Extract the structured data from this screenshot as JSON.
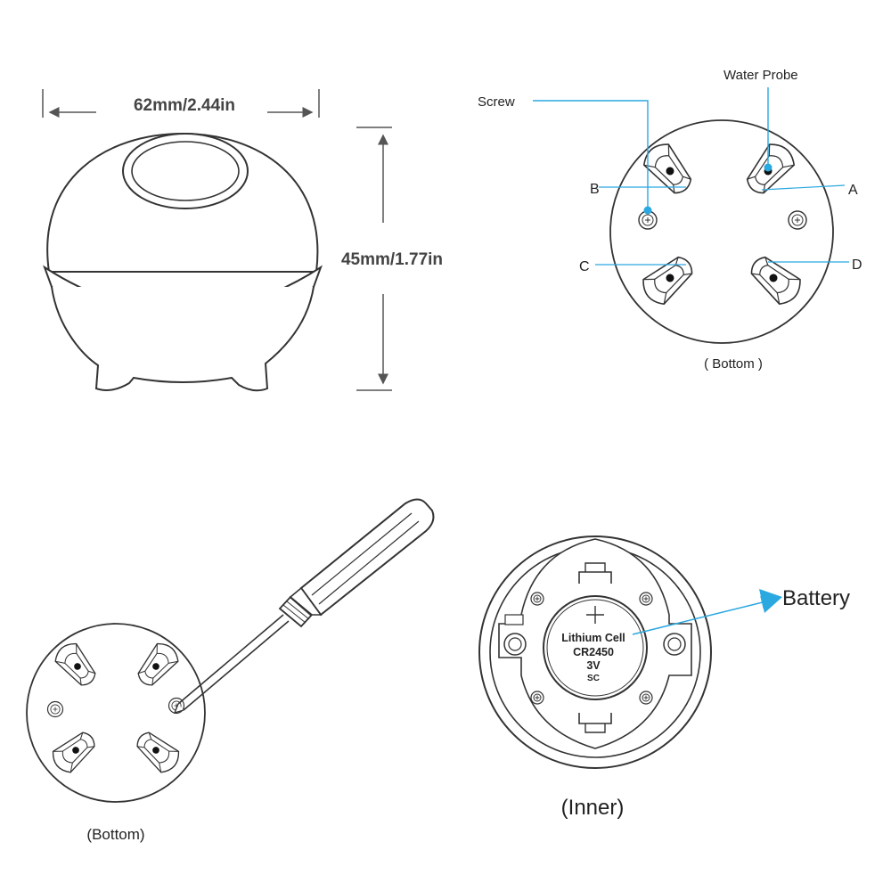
{
  "dimensions": {
    "width": "62mm/2.44in",
    "height": "45mm/1.77in"
  },
  "bottom_view": {
    "labels": {
      "screw": "Screw",
      "water_probe": "Water Probe",
      "a": "A",
      "b": "B",
      "c": "C",
      "d": "D"
    },
    "caption": "( Bottom )"
  },
  "screwdriver_view": {
    "caption": "(Bottom)"
  },
  "inner_view": {
    "battery_label": "Battery",
    "cell_lines": [
      "Lithium Cell",
      "CR2450",
      "3V",
      "SC"
    ],
    "caption": "(Inner)"
  },
  "colors": {
    "stroke": "#333333",
    "dim_text": "#444444",
    "callout_blue": "#2aa8e0",
    "battery_arrow": "#2aa8e0"
  }
}
